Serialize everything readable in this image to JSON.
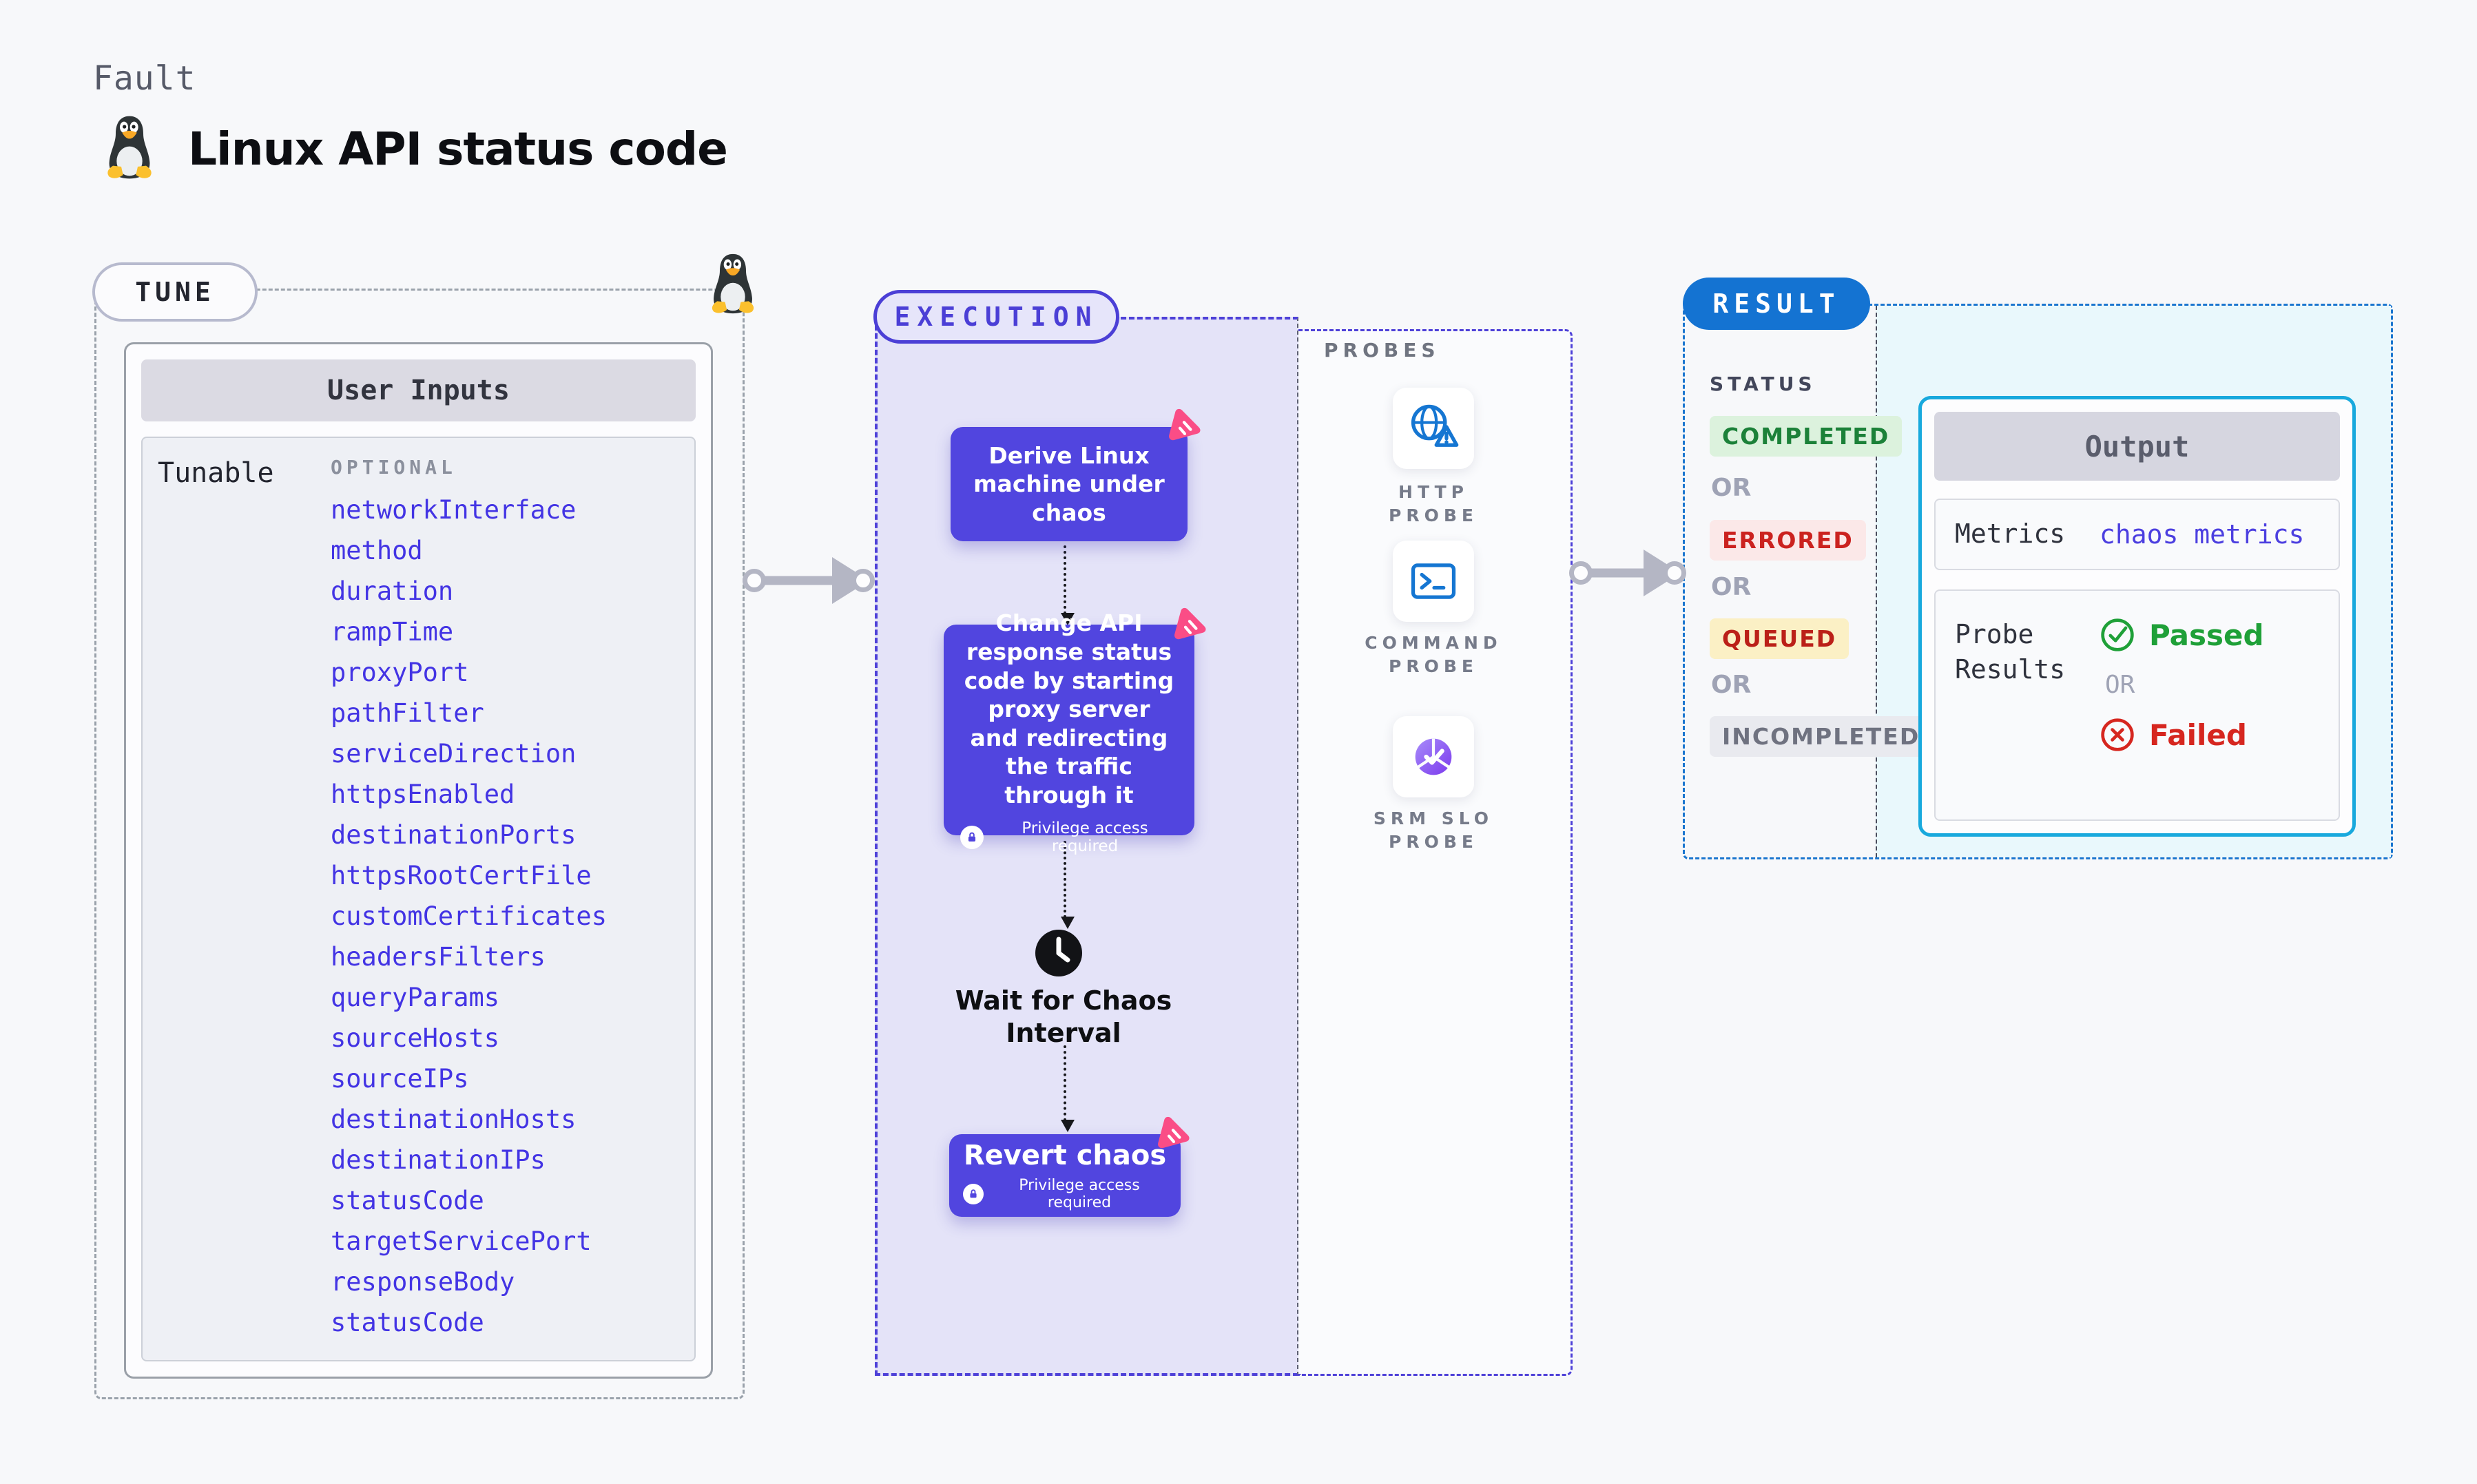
{
  "page": {
    "fault_label": "Fault",
    "title": "Linux API status code"
  },
  "tune": {
    "badge": "TUNE",
    "card_title": "User Inputs",
    "row_label": "Tunable",
    "column_label": "OPTIONAL",
    "tunables": [
      "networkInterface",
      "method",
      "duration",
      "rampTime",
      "proxyPort",
      "pathFilter",
      "serviceDirection",
      "httpsEnabled",
      "destinationPorts",
      "httpsRootCertFile",
      "customCertificates",
      "headersFilters",
      "queryParams",
      "sourceHosts",
      "sourceIPs",
      "destinationHosts",
      "destinationIPs",
      "statusCode",
      "targetServicePort",
      "responseBody",
      "statusCode"
    ]
  },
  "execution": {
    "badge": "EXECUTION",
    "privilege_label": "Privilege access required",
    "steps": {
      "derive": "Derive Linux machine under chaos",
      "inject": "Change API response status code by starting proxy server and redirecting the traffic through it",
      "wait_line1": "Wait for Chaos",
      "wait_line2": "Interval",
      "revert": "Revert chaos"
    }
  },
  "probes": {
    "label": "PROBES",
    "items": [
      {
        "name": "HTTP PROBE",
        "icon": "globe-warning-icon"
      },
      {
        "name": "COMMAND PROBE",
        "icon": "terminal-icon"
      },
      {
        "name": "SRM SLO PROBE",
        "icon": "slo-pie-icon"
      }
    ]
  },
  "result": {
    "badge": "RESULT",
    "status_label": "STATUS",
    "or_label": "OR",
    "statuses": [
      {
        "label": "COMPLETED",
        "bg": "#dcf2dd",
        "color": "#1c8139"
      },
      {
        "label": "ERRORED",
        "bg": "#fbe8e8",
        "color": "#cb221f"
      },
      {
        "label": "QUEUED",
        "bg": "#fbf0c5",
        "color": "#bb2018"
      },
      {
        "label": "INCOMPLETED",
        "bg": "#e9eaef",
        "color": "#6f7280"
      }
    ],
    "output": {
      "title": "Output",
      "metrics_label": "Metrics",
      "metrics_value": "chaos metrics",
      "probe_results_label": "Probe Results",
      "passed_label": "Passed",
      "or_label": "OR",
      "failed_label": "Failed"
    }
  },
  "colors": {
    "accent_indigo": "#4e41d8",
    "step_box_purple": "#5145df",
    "chaos_pink": "#fa4d86",
    "result_blue": "#1473d2",
    "output_border_cyan": "#18a9dd",
    "tunable_link_blue": "#4334e4",
    "passed_green": "#1fa038",
    "failed_red": "#d6261f"
  }
}
